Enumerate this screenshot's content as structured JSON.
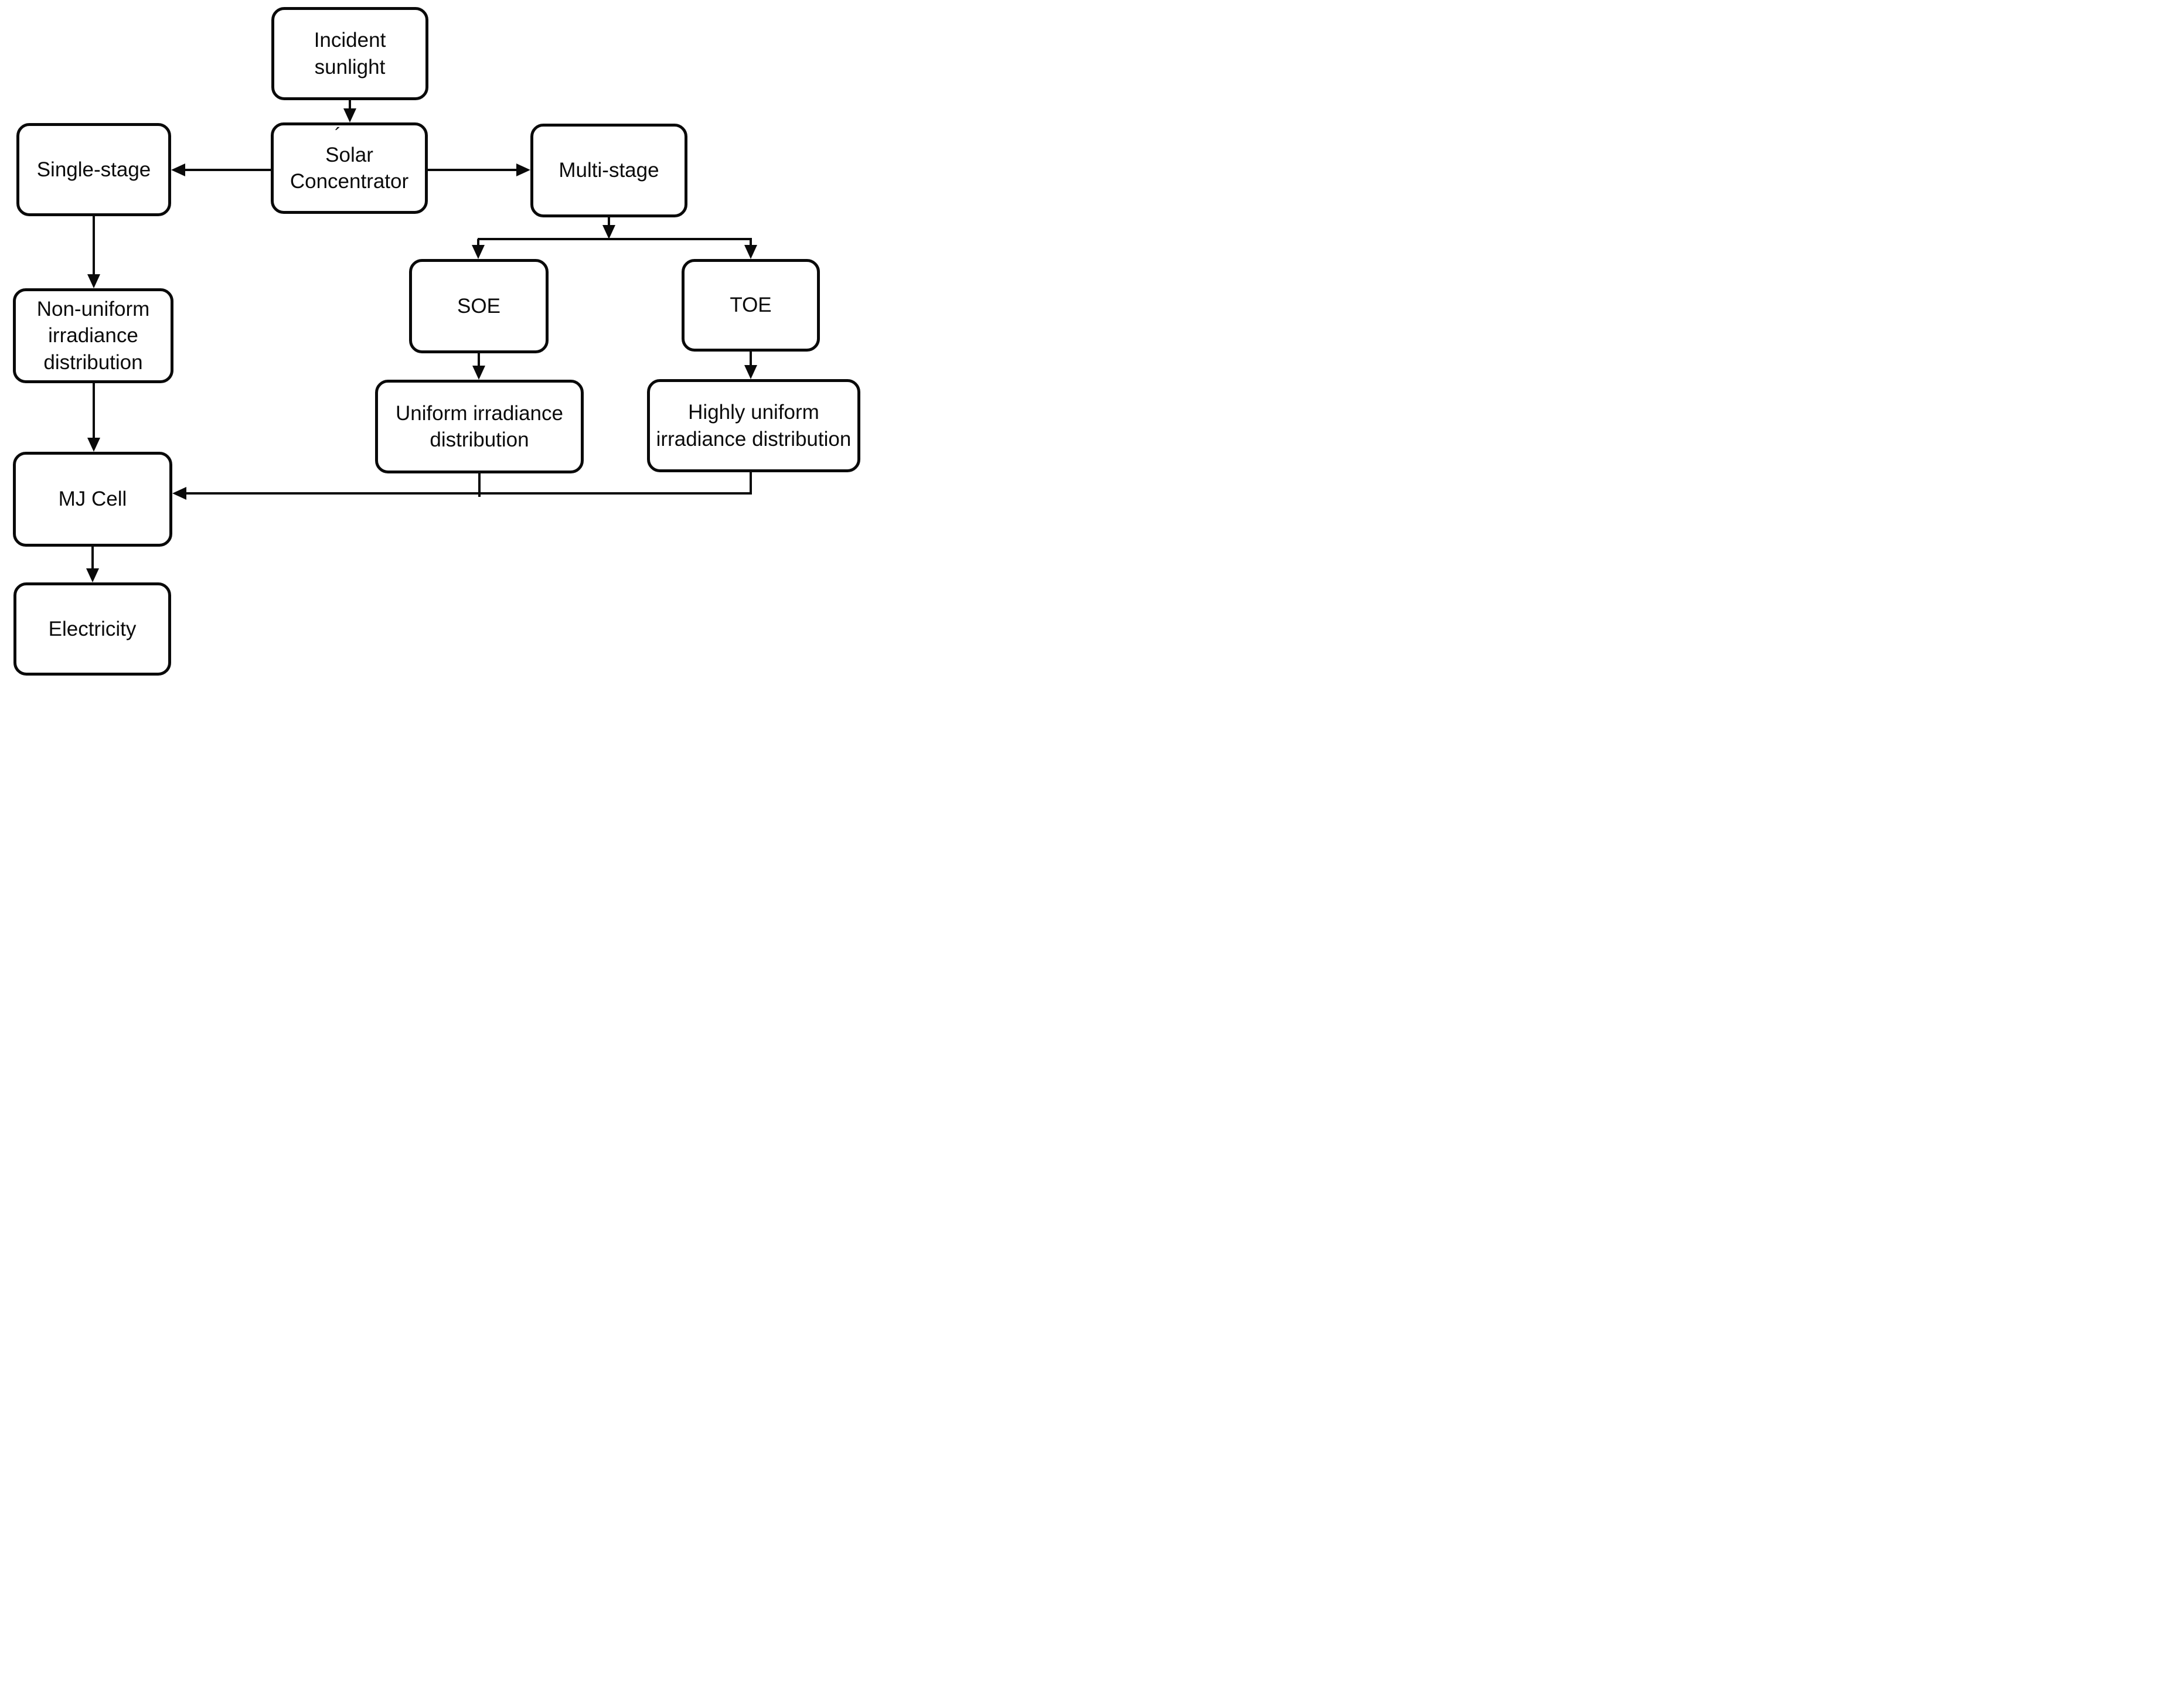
{
  "diagram": {
    "type": "flowchart",
    "background": "#ffffff",
    "stroke_color": "#0a0a0a",
    "text_color": "#0b0b0b",
    "nodes": {
      "incident_sunlight": {
        "label": "Incident sunlight"
      },
      "solar_concentrator": {
        "label": "Solar Concentrator",
        "stray_mark": "´"
      },
      "single_stage": {
        "label": "Single-stage"
      },
      "multi_stage": {
        "label": "Multi-stage"
      },
      "soe": {
        "label": "SOE"
      },
      "toe": {
        "label": "TOE"
      },
      "non_uniform": {
        "label": "Non-uniform irradiance distribution"
      },
      "uniform": {
        "label": "Uniform irradiance distribution"
      },
      "highly_uniform": {
        "label": "Highly uniform irradiance distribution"
      },
      "mj_cell": {
        "label": "MJ Cell"
      },
      "electricity": {
        "label": "Electricity"
      }
    },
    "edges": [
      {
        "from": "incident_sunlight",
        "to": "solar_concentrator"
      },
      {
        "from": "solar_concentrator",
        "to": "single_stage"
      },
      {
        "from": "solar_concentrator",
        "to": "multi_stage"
      },
      {
        "from": "multi_stage",
        "to": "soe"
      },
      {
        "from": "multi_stage",
        "to": "toe"
      },
      {
        "from": "single_stage",
        "to": "non_uniform"
      },
      {
        "from": "soe",
        "to": "uniform"
      },
      {
        "from": "toe",
        "to": "highly_uniform"
      },
      {
        "from": "non_uniform",
        "to": "mj_cell"
      },
      {
        "from": "uniform",
        "to": "mj_cell"
      },
      {
        "from": "highly_uniform",
        "to": "mj_cell"
      },
      {
        "from": "mj_cell",
        "to": "electricity"
      }
    ]
  }
}
